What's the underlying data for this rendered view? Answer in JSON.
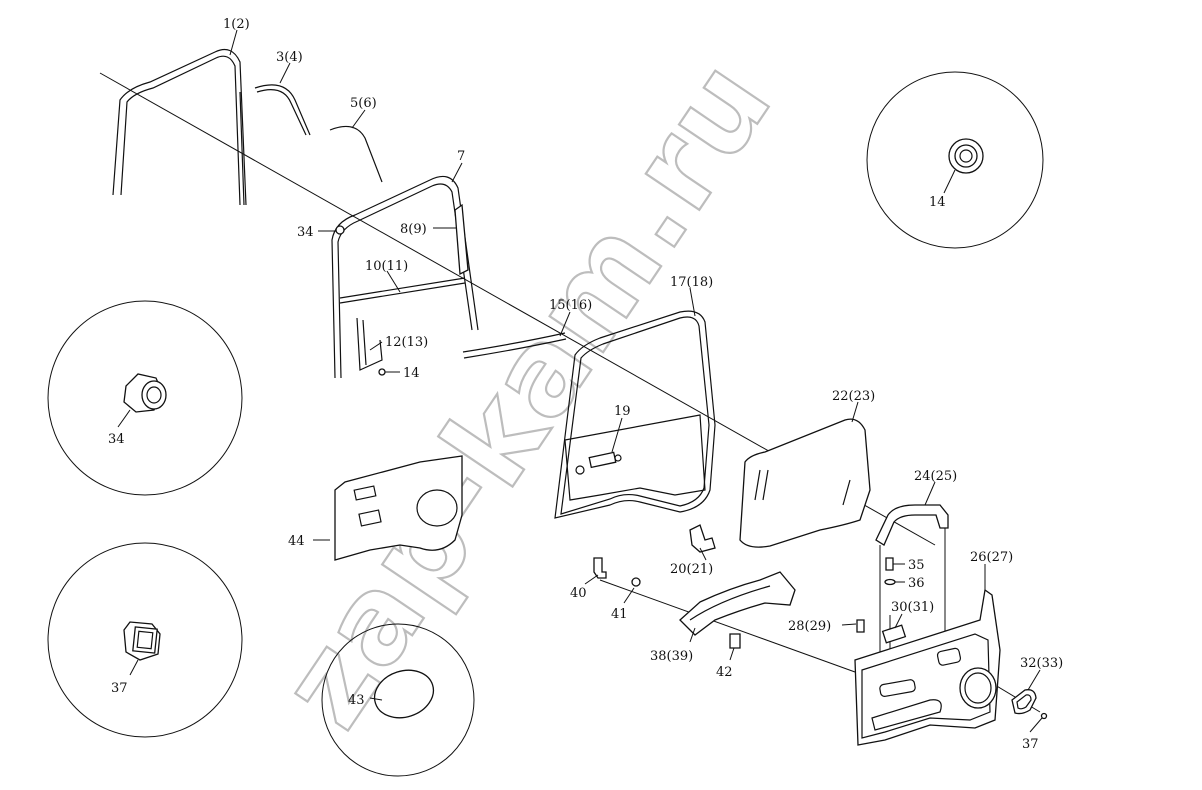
{
  "watermark": "zap-kam.ru",
  "callouts": [
    {
      "id": "c1",
      "text": "1(2)"
    },
    {
      "id": "c3",
      "text": "3(4)"
    },
    {
      "id": "c5",
      "text": "5(6)"
    },
    {
      "id": "c7",
      "text": "7"
    },
    {
      "id": "c8",
      "text": "8(9)"
    },
    {
      "id": "c34a",
      "text": "34"
    },
    {
      "id": "c10",
      "text": "10(11)"
    },
    {
      "id": "c12",
      "text": "12(13)"
    },
    {
      "id": "c14a",
      "text": "14"
    },
    {
      "id": "c14b",
      "text": "14"
    },
    {
      "id": "c15",
      "text": "15(16)"
    },
    {
      "id": "c17",
      "text": "17(18)"
    },
    {
      "id": "c19",
      "text": "19"
    },
    {
      "id": "c22",
      "text": "22(23)"
    },
    {
      "id": "c24",
      "text": "24(25)"
    },
    {
      "id": "c34b",
      "text": "34"
    },
    {
      "id": "c44",
      "text": "44"
    },
    {
      "id": "c20",
      "text": "20(21)"
    },
    {
      "id": "c35",
      "text": "35"
    },
    {
      "id": "c36",
      "text": "36"
    },
    {
      "id": "c26",
      "text": "26(27)"
    },
    {
      "id": "c40",
      "text": "40"
    },
    {
      "id": "c41",
      "text": "41"
    },
    {
      "id": "c28",
      "text": "28(29)"
    },
    {
      "id": "c30",
      "text": "30(31)"
    },
    {
      "id": "c37a",
      "text": "37"
    },
    {
      "id": "c38",
      "text": "38(39)"
    },
    {
      "id": "c42",
      "text": "42"
    },
    {
      "id": "c32",
      "text": "32(33)"
    },
    {
      "id": "c43",
      "text": "43"
    },
    {
      "id": "c37b",
      "text": "37"
    }
  ]
}
